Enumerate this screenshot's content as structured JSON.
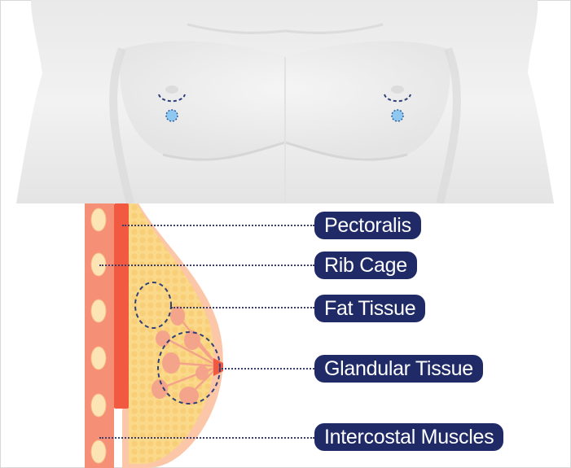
{
  "colors": {
    "skin": "#f0f0f0",
    "label_bg": "#1f2a66",
    "label_text": "#ffffff",
    "rib": "#f58f75",
    "muscle": "#f15a40",
    "fat": "#fbd98a",
    "gland": "#f4a28c",
    "marker": "#5aaee8"
  },
  "labels": {
    "pectoralis": "Pectoralis",
    "rib_cage": "Rib Cage",
    "fat_tissue": "Fat Tissue",
    "glandular_tissue": "Glandular Tissue",
    "intercostal_muscles": "Intercostal Muscles"
  }
}
